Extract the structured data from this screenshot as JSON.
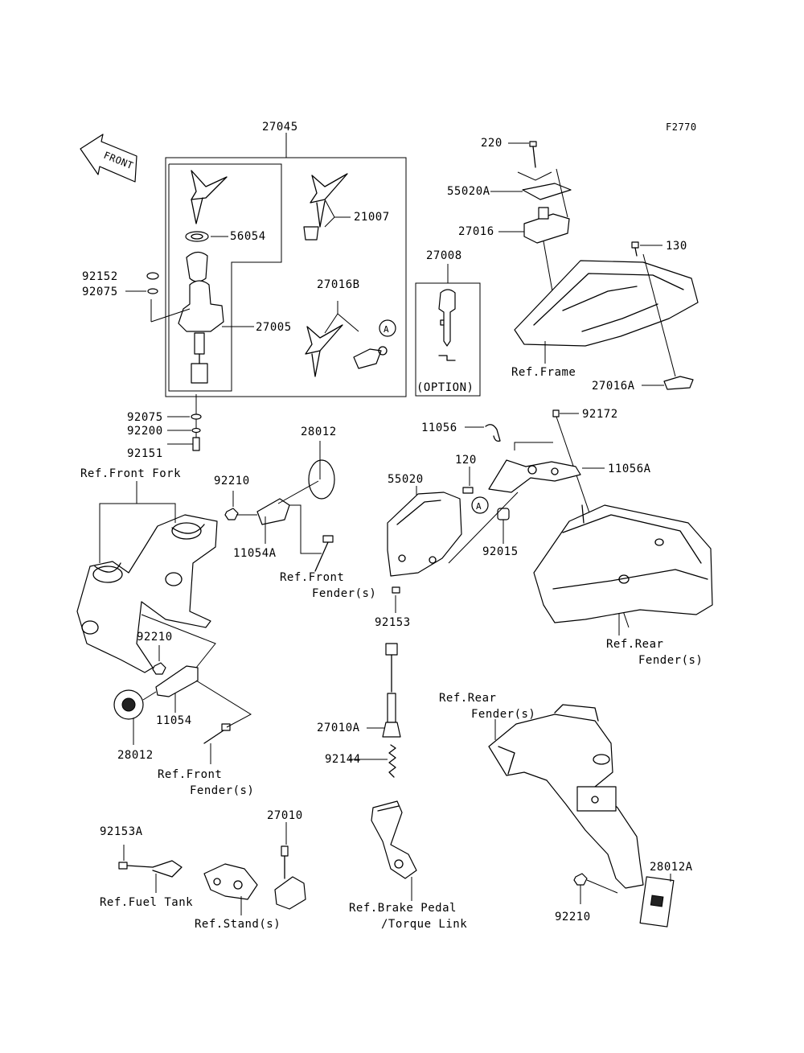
{
  "figure_id": "F2770",
  "front_label": "FRONT",
  "circle_marker": "A",
  "option_label": "(OPTION)",
  "parts": {
    "p27045": "27045",
    "p56054": "56054",
    "p21007": "21007",
    "p92152": "92152",
    "p92075_a": "92075",
    "p27016B": "27016B",
    "p27005": "27005",
    "p27008": "27008",
    "p92075_b": "92075",
    "p92200": "92200",
    "p92151": "92151",
    "p220": "220",
    "p55020A": "55020A",
    "p27016": "27016",
    "p130": "130",
    "p27016A": "27016A",
    "p11056": "11056",
    "p92172": "92172",
    "p120": "120",
    "p11056A": "11056A",
    "p55020": "55020",
    "p92015": "92015",
    "p92153": "92153",
    "p28012_a": "28012",
    "p92210_a": "92210",
    "p11054A": "11054A",
    "p92210_b": "92210",
    "p11054": "11054",
    "p28012_b": "28012",
    "p27010A": "27010A",
    "p92144": "92144",
    "p92153A": "92153A",
    "p27010": "27010",
    "p28012A": "28012A",
    "p92210_c": "92210"
  },
  "refs": {
    "frame": "Ref.Frame",
    "front_fork": "Ref.Front Fork",
    "front_fender_1a": "Ref.Front",
    "front_fender_1b": "Fender(s)",
    "front_fender_2a": "Ref.Front",
    "front_fender_2b": "Fender(s)",
    "rear_fender_1a": "Ref.Rear",
    "rear_fender_1b": "Fender(s)",
    "rear_fender_2a": "Ref.Rear",
    "rear_fender_2b": "Fender(s)",
    "fuel_tank": "Ref.Fuel Tank",
    "stand": "Ref.Stand(s)",
    "brake_a": "Ref.Brake Pedal",
    "brake_b": "/Torque Link"
  }
}
